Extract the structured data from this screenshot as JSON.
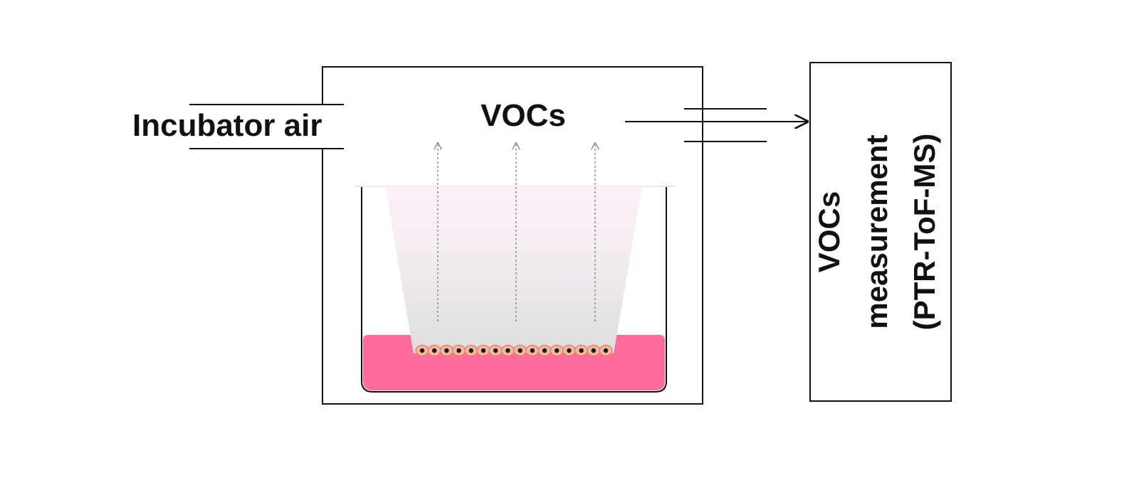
{
  "diagram": {
    "inlet_label": "Incubator air",
    "chamber_label": "VOCs",
    "instrument": {
      "line1": "VOCs",
      "line2": "measurement",
      "line3": "(PTR-ToF-MS)"
    },
    "cell_count": 16,
    "colors": {
      "medium": "#ff6b9d",
      "insert_top": "#fbf0f8",
      "insert_bottom": "#e0dfe2",
      "cell_body": "#f5b5a0",
      "cell_edge": "#e07a55",
      "cell_nucleus": "#1a1a1a",
      "stroke": "#111111",
      "flow_arrow": "#888888"
    }
  }
}
